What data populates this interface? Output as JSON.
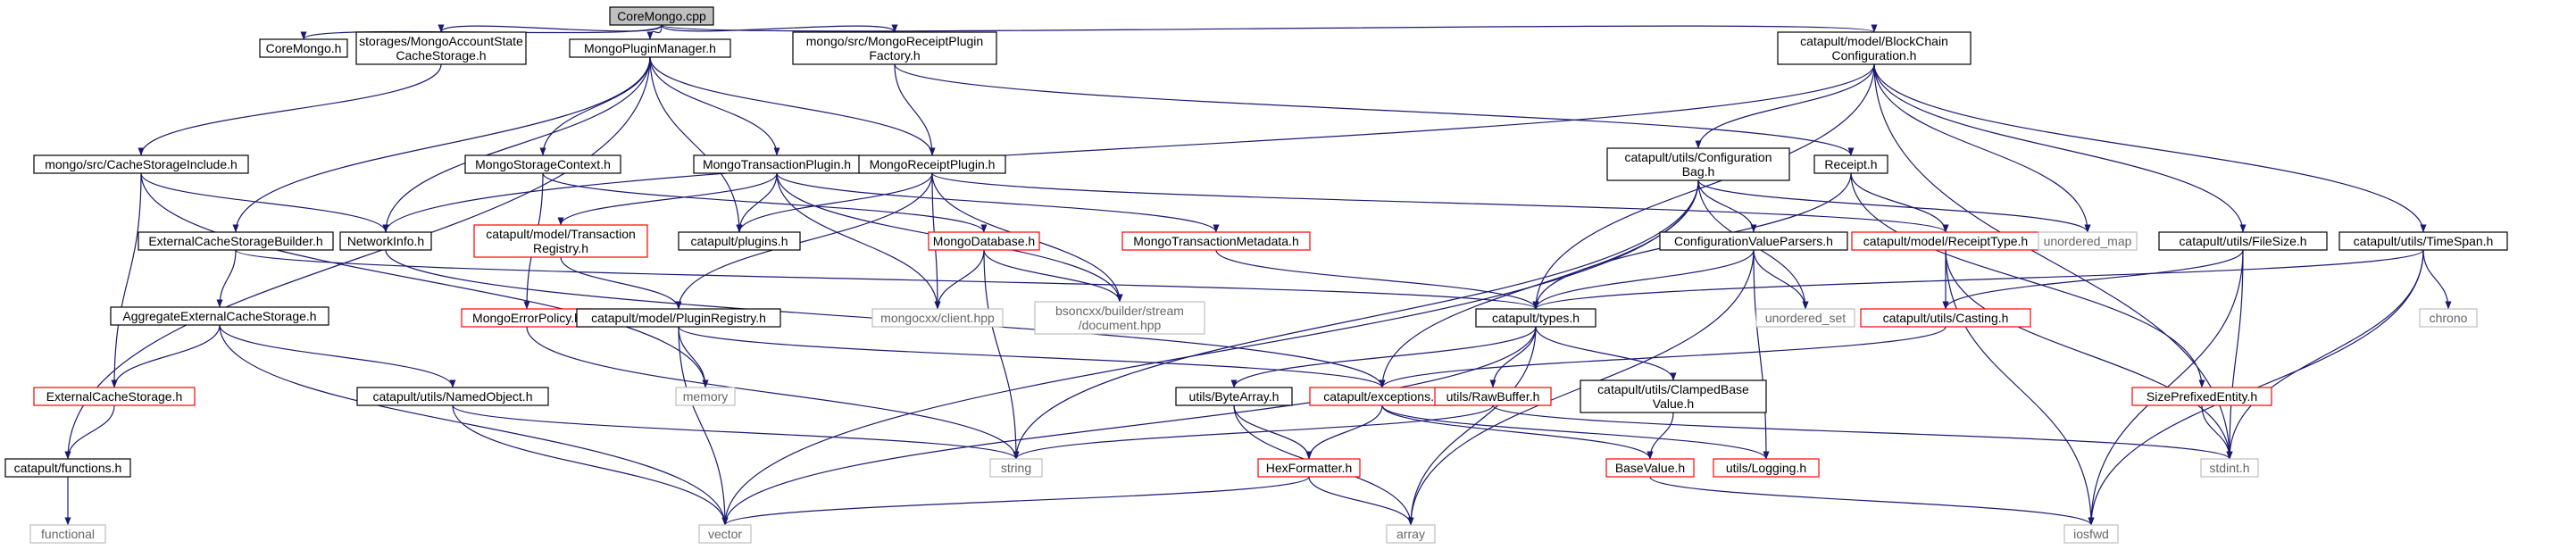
{
  "colors": {
    "edge": "#191970",
    "root_fill": "#bfbfbf",
    "black_border": "#000000",
    "red_border": "#ff0000",
    "grey_border": "#bfbfbf",
    "grey_text": "#666666",
    "text": "#000000"
  },
  "nodes": [
    {
      "id": "coremongo_cpp",
      "lines": [
        "CoreMongo.cpp"
      ],
      "style": "root"
    },
    {
      "id": "coremongo_h",
      "lines": [
        "CoreMongo.h"
      ],
      "style": "black"
    },
    {
      "id": "mongo_account_state",
      "lines": [
        "storages/MongoAccountState",
        "CacheStorage.h"
      ],
      "style": "black"
    },
    {
      "id": "mongo_plugin_manager",
      "lines": [
        "MongoPluginManager.h"
      ],
      "style": "black"
    },
    {
      "id": "mongo_receipt_plugin_factory",
      "lines": [
        "mongo/src/MongoReceiptPlugin",
        "Factory.h"
      ],
      "style": "black"
    },
    {
      "id": "blockchain_configuration",
      "lines": [
        "catapult/model/BlockChain",
        "Configuration.h"
      ],
      "style": "black"
    },
    {
      "id": "cache_storage_include",
      "lines": [
        "mongo/src/CacheStorageInclude.h"
      ],
      "style": "black"
    },
    {
      "id": "mongo_storage_context",
      "lines": [
        "MongoStorageContext.h"
      ],
      "style": "black"
    },
    {
      "id": "mongo_transaction_plugin",
      "lines": [
        "MongoTransactionPlugin.h"
      ],
      "style": "black"
    },
    {
      "id": "mongo_receipt_plugin",
      "lines": [
        "MongoReceiptPlugin.h"
      ],
      "style": "black"
    },
    {
      "id": "configuration_bag",
      "lines": [
        "catapult/utils/Configuration",
        "Bag.h"
      ],
      "style": "black"
    },
    {
      "id": "receipt_h",
      "lines": [
        "Receipt.h"
      ],
      "style": "black"
    },
    {
      "id": "external_cache_storage_builder",
      "lines": [
        "ExternalCacheStorageBuilder.h"
      ],
      "style": "black"
    },
    {
      "id": "network_info",
      "lines": [
        "NetworkInfo.h"
      ],
      "style": "black"
    },
    {
      "id": "transaction_registry",
      "lines": [
        "catapult/model/Transaction",
        "Registry.h"
      ],
      "style": "red"
    },
    {
      "id": "catapult_plugins",
      "lines": [
        "catapult/plugins.h"
      ],
      "style": "black"
    },
    {
      "id": "mongo_database",
      "lines": [
        "MongoDatabase.h"
      ],
      "style": "red"
    },
    {
      "id": "mongo_transaction_metadata",
      "lines": [
        "MongoTransactionMetadata.h"
      ],
      "style": "red"
    },
    {
      "id": "configuration_value_parsers",
      "lines": [
        "ConfigurationValueParsers.h"
      ],
      "style": "black"
    },
    {
      "id": "receipt_type",
      "lines": [
        "catapult/model/ReceiptType.h"
      ],
      "style": "red"
    },
    {
      "id": "unordered_map",
      "lines": [
        "unordered_map"
      ],
      "style": "grey"
    },
    {
      "id": "file_size",
      "lines": [
        "catapult/utils/FileSize.h"
      ],
      "style": "black"
    },
    {
      "id": "time_span",
      "lines": [
        "catapult/utils/TimeSpan.h"
      ],
      "style": "black"
    },
    {
      "id": "aggregate_external_cache_storage",
      "lines": [
        "AggregateExternalCacheStorage.h"
      ],
      "style": "black"
    },
    {
      "id": "mongo_error_policy",
      "lines": [
        "MongoErrorPolicy.h"
      ],
      "style": "red"
    },
    {
      "id": "plugin_registry",
      "lines": [
        "catapult/model/PluginRegistry.h"
      ],
      "style": "black"
    },
    {
      "id": "mongocxx_client",
      "lines": [
        "mongocxx/client.hpp"
      ],
      "style": "grey"
    },
    {
      "id": "bsoncxx_document",
      "lines": [
        "bsoncxx/builder/stream",
        "/document.hpp"
      ],
      "style": "grey"
    },
    {
      "id": "catapult_types",
      "lines": [
        "catapult/types.h"
      ],
      "style": "black"
    },
    {
      "id": "unordered_set",
      "lines": [
        "unordered_set"
      ],
      "style": "grey"
    },
    {
      "id": "catapult_casting",
      "lines": [
        "catapult/utils/Casting.h"
      ],
      "style": "red"
    },
    {
      "id": "chrono",
      "lines": [
        "chrono"
      ],
      "style": "grey"
    },
    {
      "id": "external_cache_storage",
      "lines": [
        "ExternalCacheStorage.h"
      ],
      "style": "red"
    },
    {
      "id": "named_object",
      "lines": [
        "catapult/utils/NamedObject.h"
      ],
      "style": "black"
    },
    {
      "id": "memory",
      "lines": [
        "memory"
      ],
      "style": "grey"
    },
    {
      "id": "byte_array",
      "lines": [
        "utils/ByteArray.h"
      ],
      "style": "black"
    },
    {
      "id": "catapult_exceptions",
      "lines": [
        "catapult/exceptions.h"
      ],
      "style": "red"
    },
    {
      "id": "raw_buffer",
      "lines": [
        "utils/RawBuffer.h"
      ],
      "style": "red"
    },
    {
      "id": "clamped_base_value",
      "lines": [
        "catapult/utils/ClampedBase",
        "Value.h"
      ],
      "style": "black"
    },
    {
      "id": "size_prefixed_entity",
      "lines": [
        "SizePrefixedEntity.h"
      ],
      "style": "red"
    },
    {
      "id": "catapult_functions",
      "lines": [
        "catapult/functions.h"
      ],
      "style": "black"
    },
    {
      "id": "string",
      "lines": [
        "string"
      ],
      "style": "grey"
    },
    {
      "id": "hex_formatter",
      "lines": [
        "HexFormatter.h"
      ],
      "style": "red"
    },
    {
      "id": "base_value",
      "lines": [
        "BaseValue.h"
      ],
      "style": "red"
    },
    {
      "id": "utils_logging",
      "lines": [
        "utils/Logging.h"
      ],
      "style": "red"
    },
    {
      "id": "stdint",
      "lines": [
        "stdint.h"
      ],
      "style": "grey"
    },
    {
      "id": "functional",
      "lines": [
        "functional"
      ],
      "style": "grey"
    },
    {
      "id": "vector",
      "lines": [
        "vector"
      ],
      "style": "grey"
    },
    {
      "id": "array",
      "lines": [
        "array"
      ],
      "style": "grey"
    },
    {
      "id": "iosfwd",
      "lines": [
        "iosfwd"
      ],
      "style": "grey"
    }
  ],
  "edges": [
    [
      "coremongo_cpp",
      "coremongo_h"
    ],
    [
      "coremongo_cpp",
      "mongo_account_state"
    ],
    [
      "coremongo_cpp",
      "mongo_plugin_manager"
    ],
    [
      "coremongo_cpp",
      "mongo_receipt_plugin_factory"
    ],
    [
      "coremongo_cpp",
      "blockchain_configuration"
    ],
    [
      "mongo_account_state",
      "cache_storage_include"
    ],
    [
      "mongo_plugin_manager",
      "mongo_storage_context"
    ],
    [
      "mongo_plugin_manager",
      "mongo_transaction_plugin"
    ],
    [
      "mongo_plugin_manager",
      "mongo_receipt_plugin"
    ],
    [
      "mongo_plugin_manager",
      "external_cache_storage_builder"
    ],
    [
      "mongo_plugin_manager",
      "network_info"
    ],
    [
      "mongo_plugin_manager",
      "catapult_plugins"
    ],
    [
      "mongo_plugin_manager",
      "catapult_functions"
    ],
    [
      "mongo_receipt_plugin_factory",
      "mongo_receipt_plugin"
    ],
    [
      "mongo_receipt_plugin_factory",
      "receipt_h"
    ],
    [
      "blockchain_configuration",
      "configuration_bag"
    ],
    [
      "blockchain_configuration",
      "network_info"
    ],
    [
      "blockchain_configuration",
      "unordered_map"
    ],
    [
      "blockchain_configuration",
      "file_size"
    ],
    [
      "blockchain_configuration",
      "time_span"
    ],
    [
      "blockchain_configuration",
      "catapult_types"
    ],
    [
      "blockchain_configuration",
      "stdint"
    ],
    [
      "cache_storage_include",
      "network_info"
    ],
    [
      "cache_storage_include",
      "external_cache_storage"
    ],
    [
      "cache_storage_include",
      "memory"
    ],
    [
      "mongo_storage_context",
      "mongo_error_policy"
    ],
    [
      "mongo_storage_context",
      "mongo_database"
    ],
    [
      "mongo_transaction_plugin",
      "transaction_registry"
    ],
    [
      "mongo_transaction_plugin",
      "catapult_plugins"
    ],
    [
      "mongo_transaction_plugin",
      "mongo_transaction_metadata"
    ],
    [
      "mongo_transaction_plugin",
      "mongocxx_client"
    ],
    [
      "mongo_transaction_plugin",
      "bsoncxx_document"
    ],
    [
      "mongo_receipt_plugin",
      "catapult_plugins"
    ],
    [
      "mongo_receipt_plugin",
      "plugin_registry"
    ],
    [
      "mongo_receipt_plugin",
      "mongocxx_client"
    ],
    [
      "mongo_receipt_plugin",
      "bsoncxx_document"
    ],
    [
      "mongo_receipt_plugin",
      "receipt_type"
    ],
    [
      "configuration_bag",
      "configuration_value_parsers"
    ],
    [
      "configuration_bag",
      "catapult_exceptions"
    ],
    [
      "configuration_bag",
      "unordered_map"
    ],
    [
      "configuration_bag",
      "unordered_set"
    ],
    [
      "configuration_bag",
      "string"
    ],
    [
      "configuration_bag",
      "vector"
    ],
    [
      "receipt_h",
      "receipt_type"
    ],
    [
      "receipt_h",
      "catapult_types"
    ],
    [
      "receipt_h",
      "size_prefixed_entity"
    ],
    [
      "external_cache_storage_builder",
      "aggregate_external_cache_storage"
    ],
    [
      "external_cache_storage_builder",
      "catapult_types"
    ],
    [
      "network_info",
      "catapult_exceptions"
    ],
    [
      "transaction_registry",
      "plugin_registry"
    ],
    [
      "mongo_database",
      "mongocxx_client"
    ],
    [
      "mongo_database",
      "bsoncxx_document"
    ],
    [
      "mongo_database",
      "string"
    ],
    [
      "mongo_transaction_metadata",
      "catapult_types"
    ],
    [
      "configuration_value_parsers",
      "catapult_types"
    ],
    [
      "configuration_value_parsers",
      "unordered_set"
    ],
    [
      "configuration_value_parsers",
      "utils_logging"
    ],
    [
      "configuration_value_parsers",
      "array"
    ],
    [
      "receipt_type",
      "catapult_casting"
    ],
    [
      "receipt_type",
      "stdint"
    ],
    [
      "receipt_type",
      "iosfwd"
    ],
    [
      "file_size",
      "catapult_casting"
    ],
    [
      "file_size",
      "stdint"
    ],
    [
      "file_size",
      "iosfwd"
    ],
    [
      "time_span",
      "catapult_types"
    ],
    [
      "time_span",
      "chrono"
    ],
    [
      "time_span",
      "stdint"
    ],
    [
      "time_span",
      "iosfwd"
    ],
    [
      "aggregate_external_cache_storage",
      "external_cache_storage"
    ],
    [
      "aggregate_external_cache_storage",
      "named_object"
    ],
    [
      "aggregate_external_cache_storage",
      "vector"
    ],
    [
      "mongo_error_policy",
      "string"
    ],
    [
      "plugin_registry",
      "catapult_exceptions"
    ],
    [
      "plugin_registry",
      "memory"
    ],
    [
      "plugin_registry",
      "vector"
    ],
    [
      "catapult_types",
      "byte_array"
    ],
    [
      "catapult_types",
      "raw_buffer"
    ],
    [
      "catapult_types",
      "clamped_base_value"
    ],
    [
      "catapult_types",
      "array"
    ],
    [
      "catapult_types",
      "vector"
    ],
    [
      "catapult_casting",
      "catapult_exceptions"
    ],
    [
      "external_cache_storage",
      "catapult_functions"
    ],
    [
      "named_object",
      "string"
    ],
    [
      "named_object",
      "vector"
    ],
    [
      "byte_array",
      "hex_formatter"
    ],
    [
      "byte_array",
      "array"
    ],
    [
      "catapult_exceptions",
      "hex_formatter"
    ],
    [
      "catapult_exceptions",
      "base_value"
    ],
    [
      "catapult_exceptions",
      "utils_logging"
    ],
    [
      "raw_buffer",
      "string"
    ],
    [
      "raw_buffer",
      "stdint"
    ],
    [
      "clamped_base_value",
      "base_value"
    ],
    [
      "size_prefixed_entity",
      "stdint"
    ],
    [
      "catapult_functions",
      "functional"
    ],
    [
      "hex_formatter",
      "vector"
    ],
    [
      "hex_formatter",
      "array"
    ],
    [
      "base_value",
      "iosfwd"
    ]
  ]
}
